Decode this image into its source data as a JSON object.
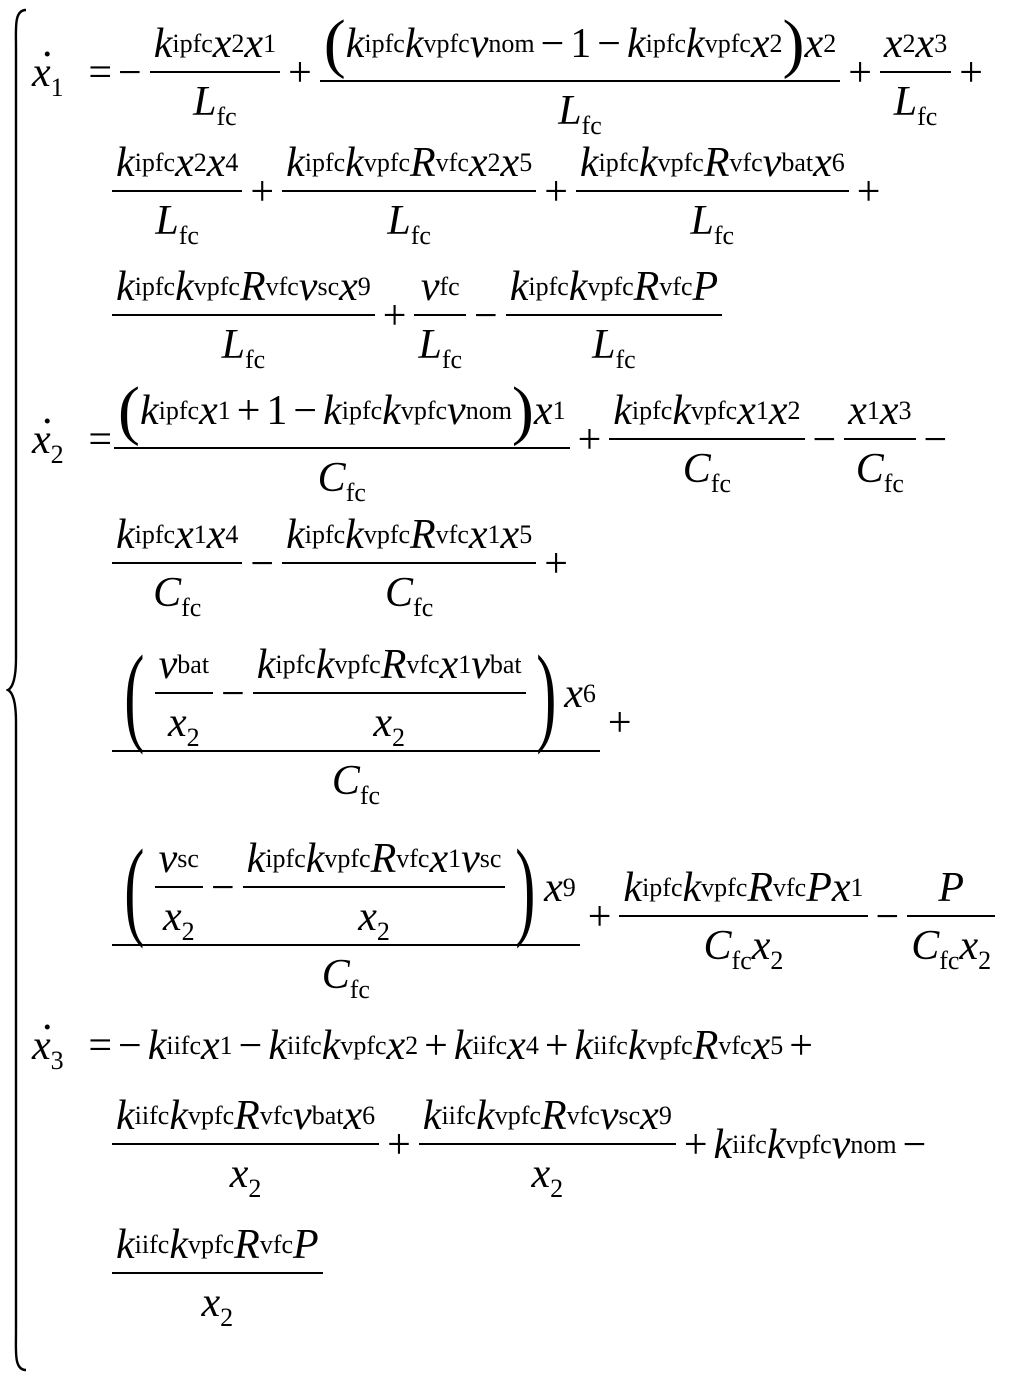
{
  "equation_system": {
    "description_visible": "",
    "symbols": {
      "x1dot": "x",
      "x2dot": "x",
      "x3dot": "x",
      "sub_1": "1",
      "sub_2": "2",
      "sub_3": "3",
      "sub_4": "4",
      "sub_5": "5",
      "sub_6": "6",
      "sub_9": "9",
      "k": "k",
      "R": "R",
      "v": "v",
      "L": "L",
      "C": "C",
      "P": "P",
      "x": "x",
      "ipfc": "ipfc",
      "vpfc": "vpfc",
      "iifc": "iifc",
      "vfc": "vfc",
      "fc": "fc",
      "nom": "nom",
      "bat": "bat",
      "sc": "sc",
      "one": "1",
      "eq": "=",
      "plus": "+",
      "minus": "−"
    }
  }
}
